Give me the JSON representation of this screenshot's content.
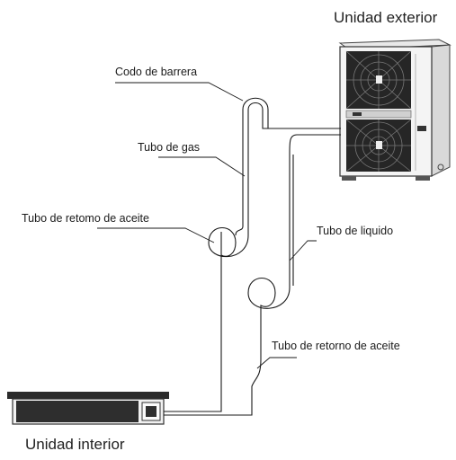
{
  "labels": {
    "outdoor_unit": "Unidad exterior",
    "indoor_unit": "Unidad interior",
    "barrier_elbow": "Codo de barrera",
    "gas_pipe": "Tubo de gas",
    "oil_return_top": "Tubo de retomo de aceite",
    "liquid_pipe": "Tubo de liquido",
    "oil_return_bottom": "Tubo de retorno de aceite"
  },
  "colors": {
    "line": "#1a1a1a",
    "unit_dark": "#2b2b2b",
    "unit_body": "#f4f4f4"
  }
}
